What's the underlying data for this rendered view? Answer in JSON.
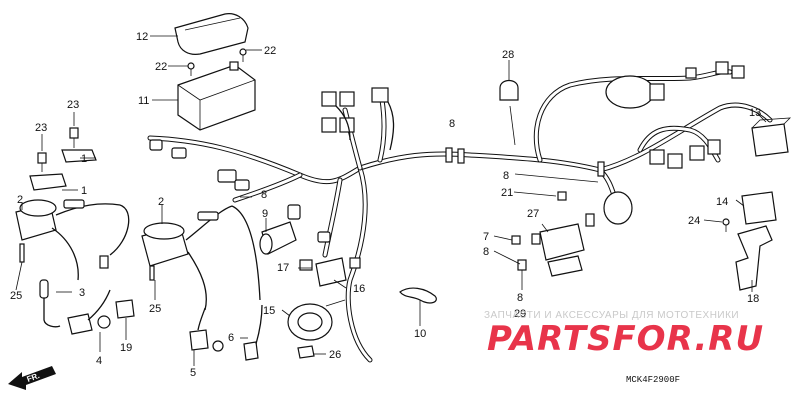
{
  "diagram": {
    "callouts": [
      {
        "n": "1"
      },
      {
        "n": "1"
      },
      {
        "n": "2"
      },
      {
        "n": "2"
      },
      {
        "n": "3"
      },
      {
        "n": "4"
      },
      {
        "n": "5"
      },
      {
        "n": "6"
      },
      {
        "n": "7"
      },
      {
        "n": "8"
      },
      {
        "n": "8"
      },
      {
        "n": "8"
      },
      {
        "n": "8"
      },
      {
        "n": "8"
      },
      {
        "n": "9"
      },
      {
        "n": "10"
      },
      {
        "n": "11"
      },
      {
        "n": "12"
      },
      {
        "n": "13"
      },
      {
        "n": "14"
      },
      {
        "n": "15"
      },
      {
        "n": "16"
      },
      {
        "n": "17"
      },
      {
        "n": "18"
      },
      {
        "n": "19"
      },
      {
        "n": "21"
      },
      {
        "n": "22"
      },
      {
        "n": "22"
      },
      {
        "n": "23"
      },
      {
        "n": "23"
      },
      {
        "n": "24"
      },
      {
        "n": "25"
      },
      {
        "n": "25"
      },
      {
        "n": "26"
      },
      {
        "n": "27"
      },
      {
        "n": "28"
      },
      {
        "n": "29"
      }
    ],
    "watermark_text": "ЗАПЧАСТИ И АКСЕССУАРЫ ДЛЯ МОТОТЕХНИКИ",
    "watermark_logo": "PARTSFOR.RU",
    "watermark_logo_color": "#e8344a",
    "diagram_code": "MCK4F2900F",
    "direction_marker": "FR."
  }
}
